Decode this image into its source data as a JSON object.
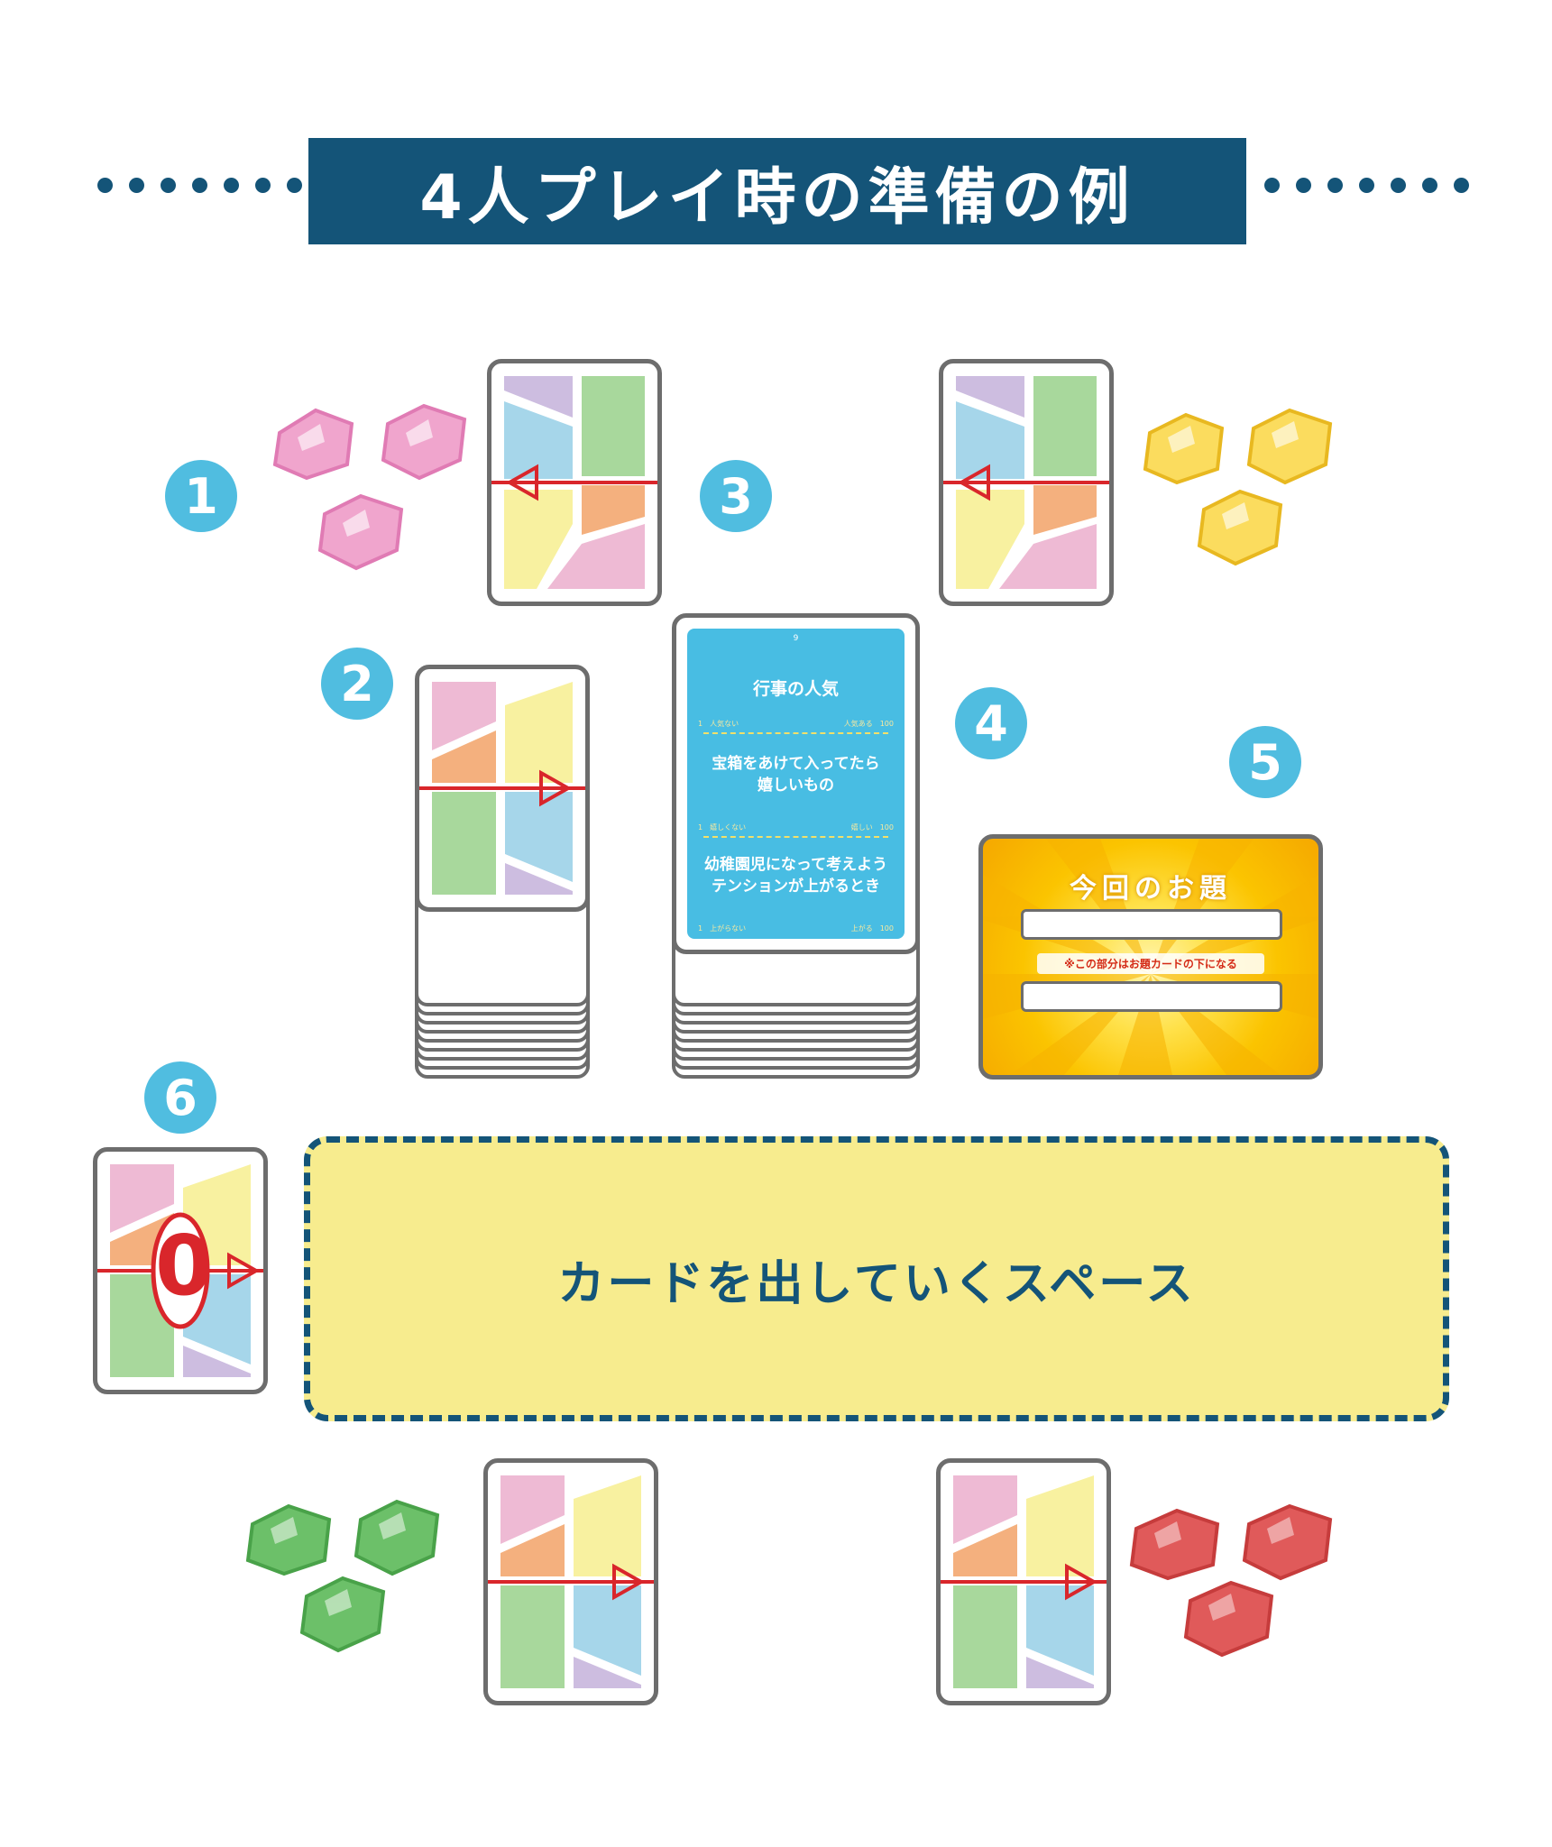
{
  "title": "4人プレイ時の準備の例",
  "badges": [
    "1",
    "2",
    "3",
    "4",
    "5",
    "6"
  ],
  "odai_card": {
    "number": "9",
    "topic": "行事の人気",
    "q1_low": "1　人気ない",
    "q1_high": "人気ある　100",
    "question2": "宝箱をあけて入ってたら\n嬉しいもの",
    "q2_low": "1　嬉しくない",
    "q2_high": "嬉しい　100",
    "question3": "幼稚園児になって考えよう\nテンションが上がるとき",
    "q3_low": "1　上がらない",
    "q3_high": "上がる　100"
  },
  "theme_board": {
    "title": "今回のお題",
    "note": "※この部分はお題カードの下になる"
  },
  "play_space_label": "カードを出していくスペース",
  "zero_card_value": "0",
  "colors": {
    "navy": "#145478",
    "badge": "#50bde0",
    "pink": "#eebad4",
    "yellow": "#f8f1a0",
    "orange": "#f4b07e",
    "green": "#a8d89c",
    "blue": "#a6d6ea",
    "purple": "#cdbde0",
    "thread": "#d9262b"
  }
}
